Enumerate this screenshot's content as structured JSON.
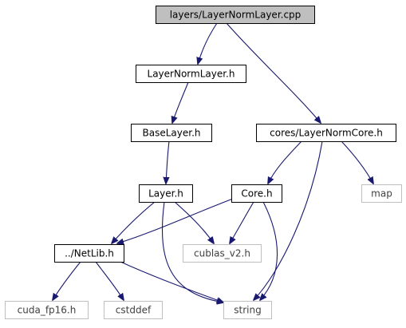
{
  "colors": {
    "edge": "#191970",
    "root_fill": "#bfbfbf",
    "node_border": "#000000",
    "node_fill": "#ffffff",
    "system_border": "#bfbfbf",
    "system_text": "#404040",
    "text": "#000000"
  },
  "nodes": [
    {
      "id": "layernormlayer_cpp",
      "label": "layers/LayerNormLayer.cpp",
      "kind": "root"
    },
    {
      "id": "layernormlayer_h",
      "label": "LayerNormLayer.h",
      "kind": "project"
    },
    {
      "id": "baselayer_h",
      "label": "BaseLayer.h",
      "kind": "project"
    },
    {
      "id": "layer_h",
      "label": "Layer.h",
      "kind": "project"
    },
    {
      "id": "layernormcore_h",
      "label": "cores/LayerNormCore.h",
      "kind": "project"
    },
    {
      "id": "core_h",
      "label": "Core.h",
      "kind": "project"
    },
    {
      "id": "map",
      "label": "map",
      "kind": "system"
    },
    {
      "id": "netlib_h",
      "label": "../NetLib.h",
      "kind": "project"
    },
    {
      "id": "cublas_v2_h",
      "label": "cublas_v2.h",
      "kind": "system"
    },
    {
      "id": "cuda_fp16_h",
      "label": "cuda_fp16.h",
      "kind": "system"
    },
    {
      "id": "cstddef",
      "label": "cstddef",
      "kind": "system"
    },
    {
      "id": "string",
      "label": "string",
      "kind": "system"
    }
  ],
  "edges": [
    {
      "from": "layernormlayer_cpp",
      "to": "layernormlayer_h"
    },
    {
      "from": "layernormlayer_cpp",
      "to": "layernormcore_h"
    },
    {
      "from": "layernormlayer_h",
      "to": "baselayer_h"
    },
    {
      "from": "baselayer_h",
      "to": "layer_h"
    },
    {
      "from": "layer_h",
      "to": "netlib_h"
    },
    {
      "from": "layer_h",
      "to": "cublas_v2_h"
    },
    {
      "from": "layer_h",
      "to": "string"
    },
    {
      "from": "layernormcore_h",
      "to": "core_h"
    },
    {
      "from": "layernormcore_h",
      "to": "map"
    },
    {
      "from": "layernormcore_h",
      "to": "string"
    },
    {
      "from": "core_h",
      "to": "netlib_h"
    },
    {
      "from": "core_h",
      "to": "cublas_v2_h"
    },
    {
      "from": "core_h",
      "to": "string"
    },
    {
      "from": "netlib_h",
      "to": "cuda_fp16_h"
    },
    {
      "from": "netlib_h",
      "to": "cstddef"
    },
    {
      "from": "netlib_h",
      "to": "string"
    }
  ]
}
